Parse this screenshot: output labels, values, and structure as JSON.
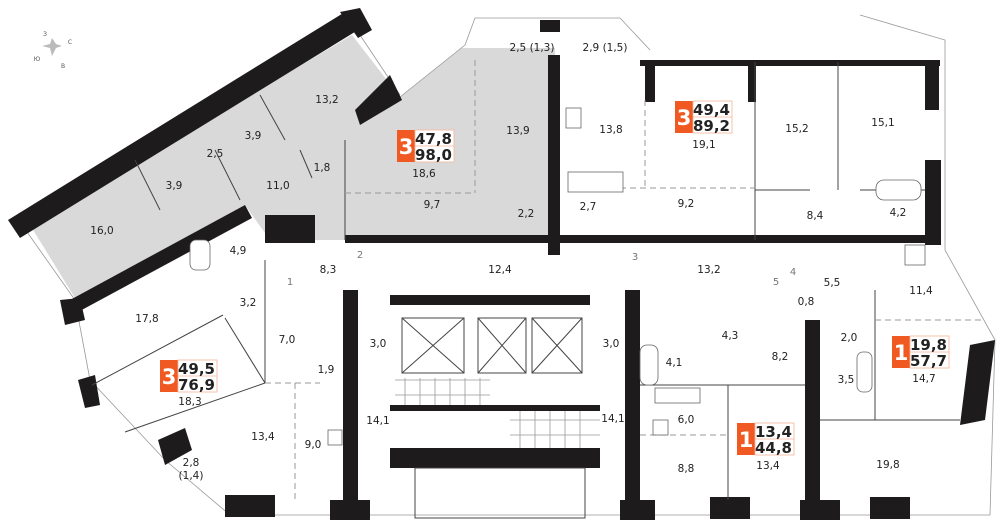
{
  "compass": {
    "north": "С",
    "south": "Ю",
    "west": "З",
    "east": "В"
  },
  "colors": {
    "accent": "#f05a22",
    "selected_fill": "#d9d9d9",
    "wall": "#1e1b1c"
  },
  "apartments": [
    {
      "rooms": "3",
      "living_area": "47,8",
      "total_area": "98,0",
      "selected": true
    },
    {
      "rooms": "3",
      "living_area": "49,4",
      "total_area": "89,2"
    },
    {
      "rooms": "3",
      "living_area": "49,5",
      "total_area": "76,9"
    },
    {
      "rooms": "1",
      "living_area": "13,4",
      "total_area": "44,8"
    },
    {
      "rooms": "1",
      "living_area": "19,8",
      "total_area": "57,7"
    }
  ],
  "rooms": [
    "13,2",
    "3,9",
    "2,5",
    "3,9",
    "11,0",
    "1,8",
    "16,0",
    "18,6",
    "9,7",
    "13,9",
    "2,2",
    "2,5 (1,3)",
    "2,9 (1,5)",
    "13,8",
    "2,7",
    "19,1",
    "9,2",
    "15,2",
    "15,1",
    "8,4",
    "4,2",
    "4,9",
    "8,3",
    "12,4",
    "13,2",
    "5,5",
    "11,4",
    "17,8",
    "3,2",
    "7,0",
    "3,0",
    "1,9",
    "18,3",
    "13,4",
    "9,0",
    "2,8",
    "(1,4)",
    "14,1",
    "3,0",
    "14,1",
    "4,1",
    "4,3",
    "8,2",
    "0,8",
    "2,0",
    "3,5",
    "14,7",
    "6,0",
    "8,8",
    "13,4",
    "19,8"
  ],
  "doors": [
    "1",
    "2",
    "3",
    "4",
    "5"
  ]
}
